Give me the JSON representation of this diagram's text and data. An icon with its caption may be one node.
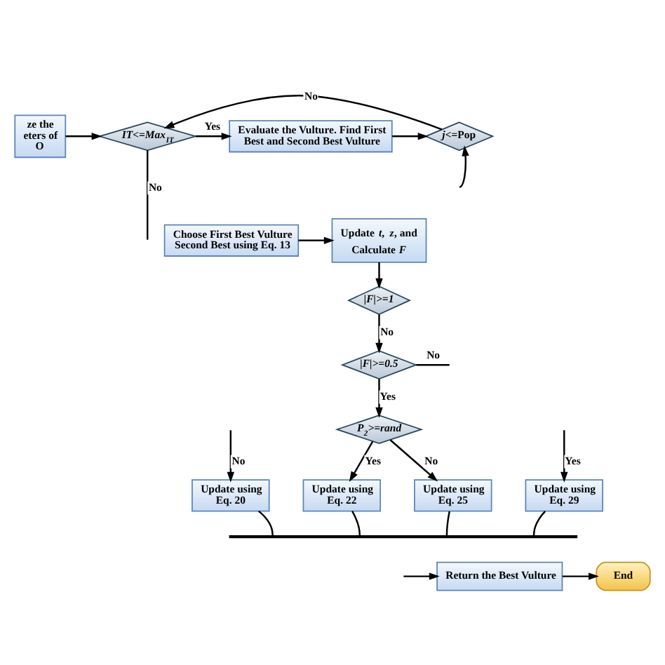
{
  "diagram": {
    "nodes": [
      {
        "text": [
          "ze the eters of O"
        ]
      },
      {
        "text": [
          "IT<=Max$_{IT}$"
        ]
      },
      {
        "text": [
          "Evaluate the Vulture. Find First Best and Second Best Vulture"
        ]
      },
      {
        "text": [
          "*j*<=Pop"
        ]
      },
      {
        "text": [
          "Choose First Best Vulture Second Best using Eq. 13"
        ]
      },
      {
        "text": [
          "Update *t*, *z*, and Calculate *F*"
        ]
      },
      {
        "text": [
          "|F|>=1"
        ]
      },
      {
        "text": [
          "|F|>=0.5"
        ]
      },
      {
        "text": [
          "P$_{2}$>=rand"
        ]
      },
      {
        "text": [
          "Update using Eq. 20"
        ]
      },
      {
        "text": [
          "Update using Eq. 22"
        ]
      },
      {
        "text": [
          "Update using Eq. 25"
        ]
      },
      {
        "text": [
          "Update using Eq. 29"
        ]
      },
      {
        "text": [],
        "shape": "bar"
      },
      {
        "text": [
          "Return the Best Vulture"
        ]
      },
      {
        "text": [
          "End"
        ]
      }
    ],
    "edges": [
      {
        "from": 0,
        "to": 1,
        "arrow": "to"
      },
      {
        "from": 1,
        "to": 2,
        "arrow": "to",
        "label": "Yes"
      },
      {
        "from": 1,
        "to": null,
        "arrow": "none",
        "label": "No"
      },
      {
        "from": 2,
        "to": 3,
        "arrow": "to"
      },
      {
        "from": 3,
        "to": 1,
        "arrow": "to",
        "label": "No"
      },
      {
        "from": null,
        "to": 3,
        "arrow": "to"
      },
      {
        "from": 4,
        "to": 5,
        "arrow": "to"
      },
      {
        "from": 5,
        "to": 6,
        "arrow": "to"
      },
      {
        "from": 6,
        "to": 7,
        "arrow": "to",
        "label": "No"
      },
      {
        "from": 7,
        "to": 8,
        "arrow": "to",
        "label": "Yes"
      },
      {
        "from": 7,
        "to": null,
        "arrow": "none",
        "label": "No"
      },
      {
        "from": 8,
        "to": 10,
        "arrow": "to",
        "label": "Yes"
      },
      {
        "from": 8,
        "to": 11,
        "arrow": "to",
        "label": "No"
      },
      {
        "from": null,
        "to": 9,
        "arrow": "to",
        "label": "No"
      },
      {
        "from": null,
        "to": 12,
        "arrow": "to",
        "label": "Yes"
      },
      {
        "from": 9,
        "to": 13,
        "arrow": "none"
      },
      {
        "from": 10,
        "to": 13,
        "arrow": "none"
      },
      {
        "from": 11,
        "to": 13,
        "arrow": "none"
      },
      {
        "from": 12,
        "to": 13,
        "arrow": "none"
      },
      {
        "from": null,
        "to": 14,
        "arrow": "to"
      },
      {
        "from": 14,
        "to": 15,
        "arrow": "to"
      }
    ]
  }
}
